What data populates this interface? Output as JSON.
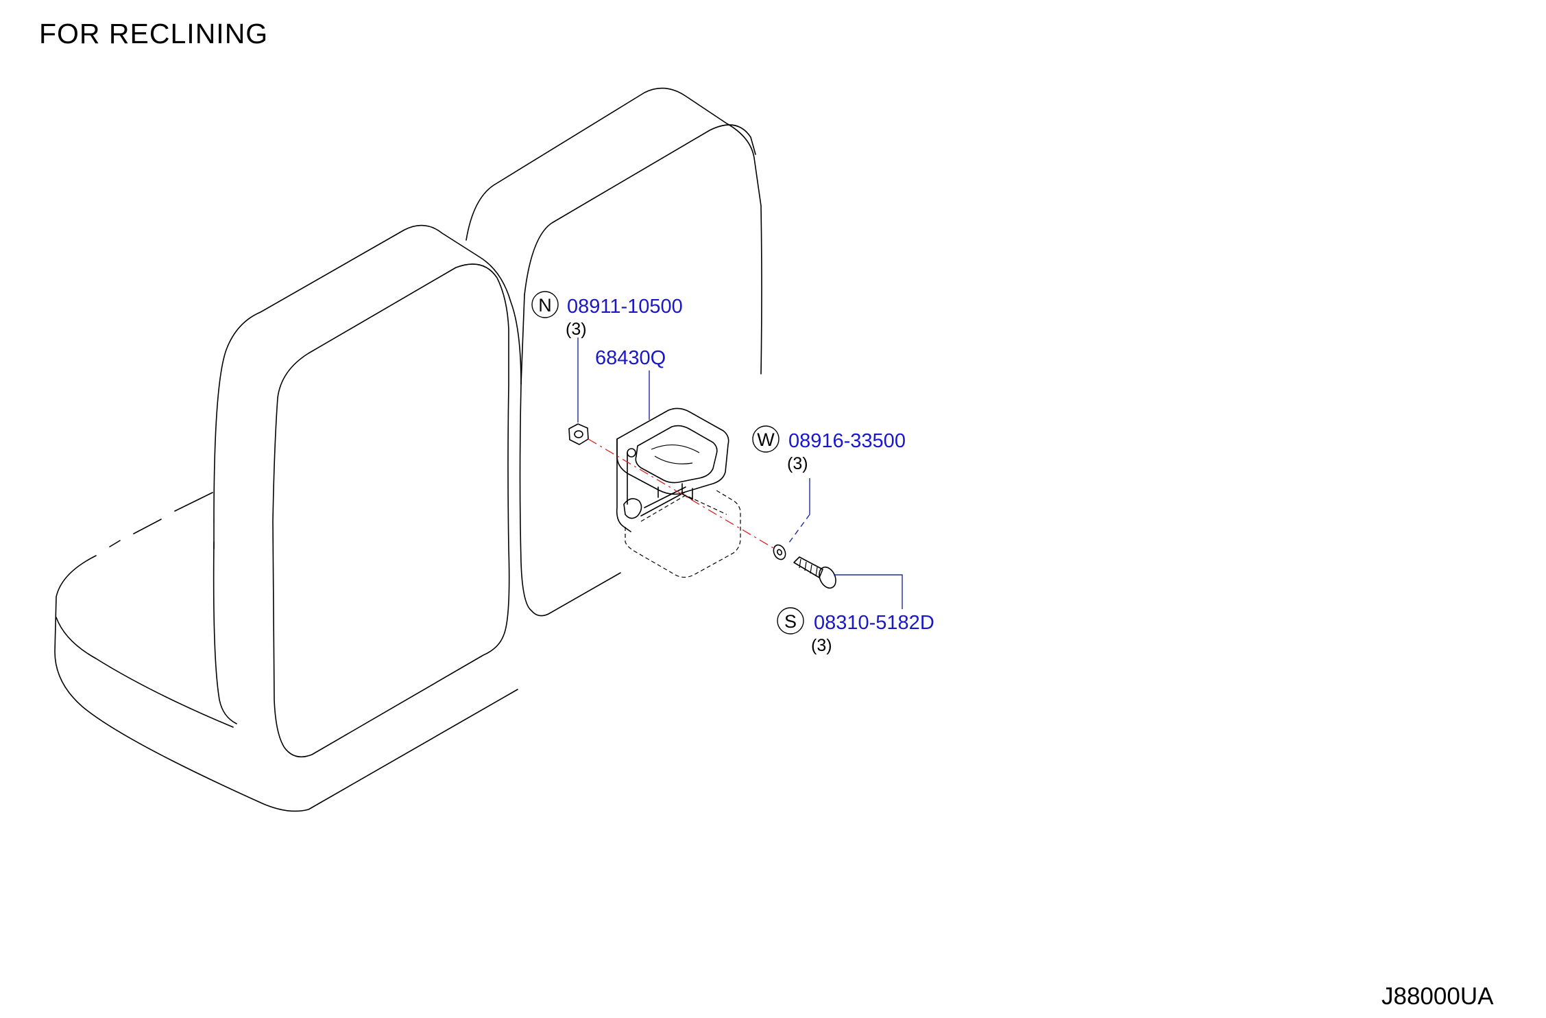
{
  "title": "FOR  RECLINING",
  "diagram_code": "J88000UA",
  "colors": {
    "part_number": "#1a17c9",
    "leader": "#1e2a9c",
    "center_line": "#dd2222",
    "outline": "#000000"
  },
  "callouts": {
    "nut": {
      "symbol": "N",
      "part_number": "08911-10500",
      "qty": "(3)"
    },
    "holder": {
      "part_number": "68430Q"
    },
    "washer": {
      "symbol": "W",
      "part_number": "08916-33500",
      "qty": "(3)"
    },
    "screw": {
      "symbol": "S",
      "part_number": "08310-5182D",
      "qty": "(3)"
    }
  }
}
